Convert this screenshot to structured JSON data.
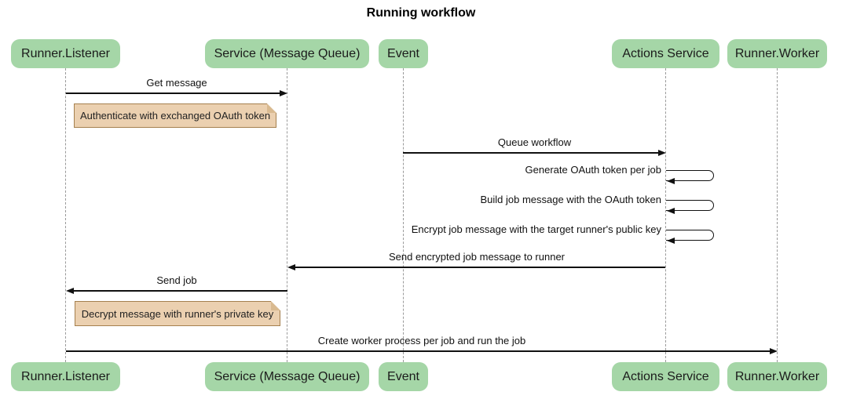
{
  "title": "Running workflow",
  "participants": [
    {
      "id": "runner-listener",
      "label": "Runner.Listener"
    },
    {
      "id": "service-message-queue",
      "label": "Service (Message Queue)"
    },
    {
      "id": "event",
      "label": "Event"
    },
    {
      "id": "actions-service",
      "label": "Actions Service"
    },
    {
      "id": "runner-worker",
      "label": "Runner.Worker"
    }
  ],
  "messages": [
    {
      "kind": "message",
      "from": "Runner.Listener",
      "to": "Service (Message Queue)",
      "label": "Get message"
    },
    {
      "kind": "note",
      "anchor": "right of Runner.Listener",
      "label": "Authenticate with exchanged OAuth token"
    },
    {
      "kind": "message",
      "from": "Event",
      "to": "Actions Service",
      "label": "Queue workflow"
    },
    {
      "kind": "self-message",
      "actor": "Actions Service",
      "label": "Generate OAuth token per job"
    },
    {
      "kind": "self-message",
      "actor": "Actions Service",
      "label": "Build job message with the OAuth token"
    },
    {
      "kind": "self-message",
      "actor": "Actions Service",
      "label": "Encrypt job message with the target runner's public key"
    },
    {
      "kind": "message",
      "from": "Actions Service",
      "to": "Service (Message Queue)",
      "label": "Send encrypted job message to runner"
    },
    {
      "kind": "message",
      "from": "Service (Message Queue)",
      "to": "Runner.Listener",
      "label": "Send job"
    },
    {
      "kind": "note",
      "anchor": "right of Runner.Listener",
      "label": "Decrypt message with runner's private key"
    },
    {
      "kind": "message",
      "from": "Runner.Listener",
      "to": "Runner.Worker",
      "label": "Create worker process per job and run the job"
    }
  ],
  "colors": {
    "actor_fill": "#a5d6a7",
    "actor_text": "#1b1b1b",
    "note_fill": "#ebd0b0",
    "note_border": "#a5804e",
    "lifeline": "#9a9a9a",
    "message_line": "#111111",
    "background": "#ffffff"
  }
}
